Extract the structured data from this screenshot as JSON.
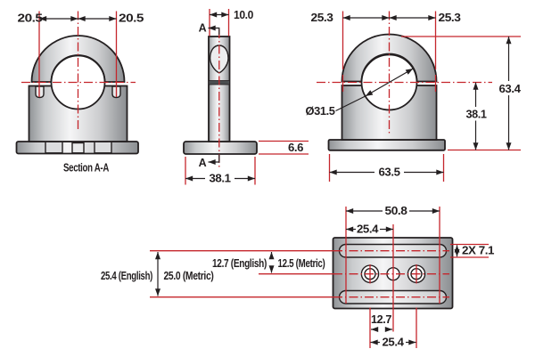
{
  "drawing": {
    "colors": {
      "dimension": "#c5262c",
      "ink": "#231f20"
    },
    "views": {
      "section": {
        "caption": "Section A-A",
        "dim_left_offset": "20.5",
        "dim_right_offset": "20.5"
      },
      "side": {
        "dim_width": "10.0",
        "dim_flange_thickness": "6.6",
        "dim_flange_width": "38.1",
        "section_label_top": "A",
        "section_label_bottom": "A"
      },
      "front": {
        "dim_left_offset": "25.3",
        "dim_right_offset": "25.3",
        "dim_bore": "Ø31.5",
        "dim_height_total": "63.4",
        "dim_height_center": "38.1",
        "dim_width_base": "63.5"
      },
      "base": {
        "dim_slot_span": "50.8",
        "dim_slot_half_span": "25.4",
        "dim_slot_width": "2X 7.1",
        "dim_offset_english": "12.7 (English)",
        "dim_offset_metric": "12.5 (Metric)",
        "dim_span_english": "25.4 (English)",
        "dim_span_metric": "25.0 (Metric)",
        "dim_hole_half_span": "12.7",
        "dim_hole_span": "25.4"
      }
    }
  }
}
